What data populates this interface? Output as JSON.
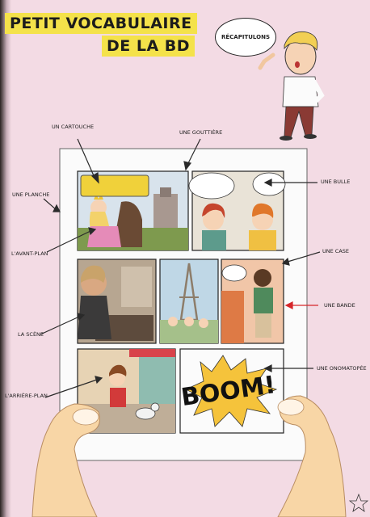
{
  "title": {
    "line1": "PETIT VOCABULAIRE",
    "line2": "DE LA BD"
  },
  "recap_bubble": "RÉCAPITULONS",
  "labels": {
    "cartouche": "UN CARTOUCHE",
    "gouttiere": "UNE GOUTTIÈRE",
    "planche": "UNE PLANCHE",
    "bulle": "UNE BULLE",
    "avant_plan": "L'AVANT-PLAN",
    "case": "UNE CASE",
    "bande": "UNE BANDE",
    "scene": "LA SCÈNE",
    "onomatopee": "UNE ONOMATOPÉE",
    "arriere_plan": "L'ARRIÈRE-PLAN"
  },
  "onomatopoeia": "BOOM!",
  "colors": {
    "title_bg": "#f4e24a",
    "page_bg": "#f3dbe4",
    "bande_arrow": "#d6262a",
    "cartouche": "#f0d13a",
    "boom_burst": "#f5c33b"
  }
}
